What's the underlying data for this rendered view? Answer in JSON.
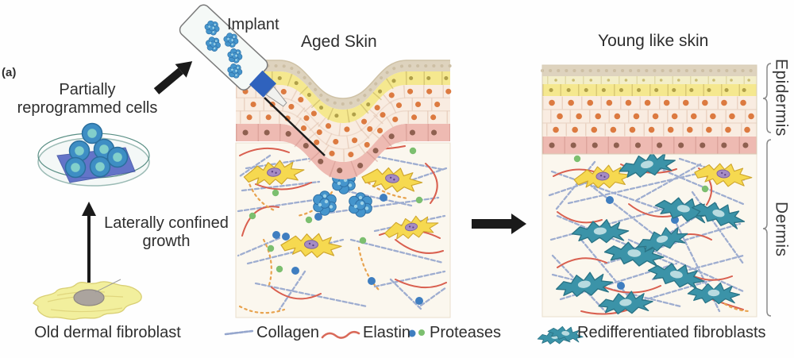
{
  "panel_label": "(a)",
  "labels": {
    "partially_reprogrammed_cells": "Partially reprogrammed cells",
    "implant": "Implant",
    "laterally_confined_growth": "Laterally confined growth",
    "old_dermal_fibroblast": "Old dermal fibroblast"
  },
  "panels": {
    "aged": {
      "title": "Aged Skin"
    },
    "young": {
      "title": "Young like skin"
    }
  },
  "layer_labels": {
    "epidermis": "Epidermis",
    "dermis": "Dermis"
  },
  "legend": {
    "items": [
      {
        "name": "collagen",
        "label": "Collagen",
        "icon": "collagen-fiber-icon",
        "color": "#95a6cd"
      },
      {
        "name": "elastin",
        "label": "Elastin",
        "icon": "elastin-wave-icon",
        "color": "#d95f4f"
      },
      {
        "name": "proteases",
        "label": "Proteases",
        "icon": "protease-dots-icon",
        "colors": [
          "#3f7ec0",
          "#7cbf6f"
        ]
      },
      {
        "name": "redifferentiated_fibroblasts",
        "label": "Redifferentiated fibroblasts",
        "icon": "teal-fibroblast-icon",
        "color": "#3b93a8"
      }
    ]
  },
  "colors": {
    "collagen": "#95a6cd",
    "elastin": "#d95f4f",
    "elastin_fragment": "#e8a34f",
    "protease_blue": "#3f7ec0",
    "protease_green": "#7cbf6f",
    "old_fibroblast_yellow": "#f6d950",
    "rediff_fibroblast_teal": "#3b93a8",
    "implant_cell_blue": "#3e8ec4",
    "epidermis_tan": "#ded3be",
    "epidermis_yellow": "#f5e88f",
    "epidermis_cream": "#f9ece1",
    "epidermis_pink": "#eebab2",
    "dermis_bg": "#fbf7ee"
  }
}
